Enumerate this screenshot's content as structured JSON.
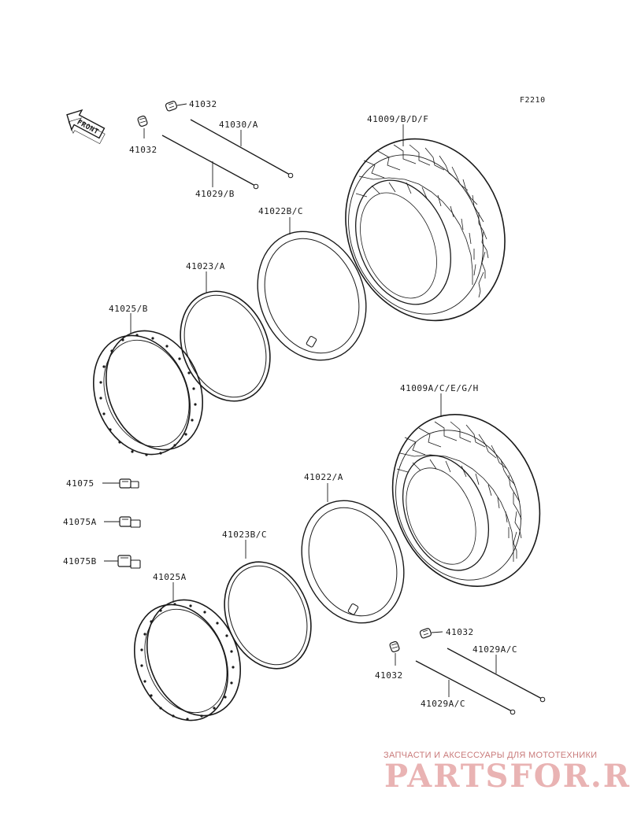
{
  "diagram_code": "F2210",
  "front_arrow_label": "FRONT",
  "labels": {
    "p41032_top_a": "41032",
    "p41032_top_b": "41032",
    "p41030": "41030/A",
    "p41029b": "41029/B",
    "p41009_rear": "41009/B/D/F",
    "p41022bc": "41022B/C",
    "p41023a": "41023/A",
    "p41025b": "41025/B",
    "p41009_front": "41009A/C/E/G/H",
    "p41075": "41075",
    "p41075a": "41075A",
    "p41075b": "41075B",
    "p41022a": "41022/A",
    "p41023bc": "41023B/C",
    "p41025a": "41025A",
    "p41032_bot_a": "41032",
    "p41032_bot_b": "41032",
    "p41029ac_a": "41029A/C",
    "p41029ac_b": "41029A/C"
  },
  "watermark": {
    "tagline": "ЗАПЧАСТИ И АКСЕССУАРЫ ДЛЯ МОТОТЕХНИКИ",
    "brand": "PARTSFOR.RU"
  }
}
